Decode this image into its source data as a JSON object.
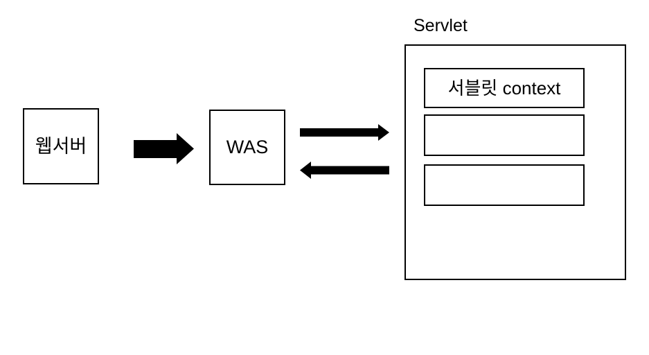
{
  "diagram": {
    "background_color": "#ffffff",
    "line_color": "#000000",
    "arrow_color": "#000000",
    "nodes": {
      "web_server": {
        "label": "웹서버"
      },
      "was": {
        "label": "WAS"
      },
      "servlet": {
        "title": "Servlet",
        "inner_boxes": [
          {
            "label": "서블릿 context"
          },
          {
            "label": ""
          },
          {
            "label": ""
          }
        ]
      }
    },
    "arrows": [
      {
        "name": "web-server-to-was",
        "direction": "right",
        "style": "thick-block"
      },
      {
        "name": "was-to-servlet",
        "direction": "right",
        "style": "thin-block"
      },
      {
        "name": "servlet-to-was",
        "direction": "left",
        "style": "thin-block"
      }
    ]
  }
}
